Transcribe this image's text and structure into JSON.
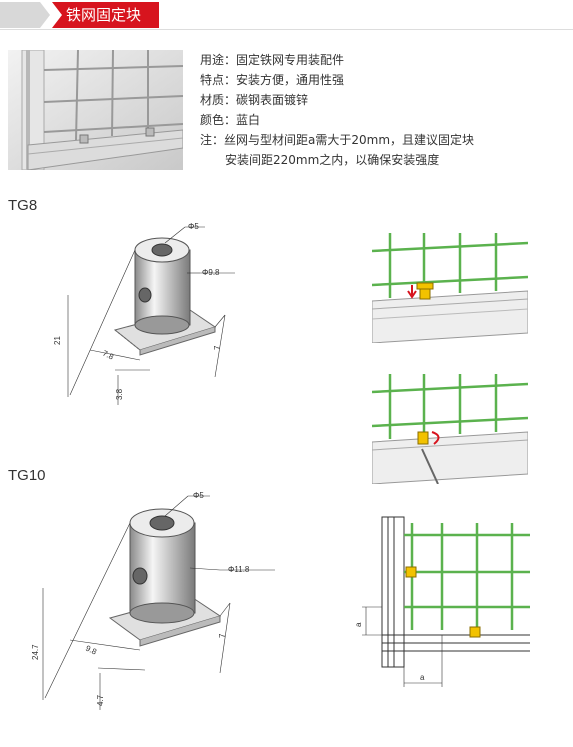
{
  "header": {
    "title": "铁网固定块"
  },
  "specs": [
    "用途：固定铁网专用装配件",
    "特点：安装方便，通用性强",
    "材质：碳钢表面镀锌",
    "颜色：蓝白",
    "注：丝网与型材间距a需大于20mm，且建议固定块",
    "安装间距220mm之内，以确保安装强度"
  ],
  "tg8": {
    "label": "TG8",
    "dims": {
      "phi_top": "Φ5",
      "phi_body": "Φ9.8",
      "height": "21",
      "side": "7",
      "base": "7.8",
      "thick": "3.8"
    }
  },
  "tg10": {
    "label": "TG10",
    "dims": {
      "phi_top": "Φ5",
      "phi_body": "Φ11.8",
      "height": "24.7",
      "side": "7",
      "base": "9.8",
      "thick": "4.7"
    }
  },
  "install": {
    "gap_label_v": "a",
    "gap_label_h": "a"
  },
  "colors": {
    "accent": "#d7141e",
    "mesh": "#55b04a",
    "part": "#f2c200"
  }
}
